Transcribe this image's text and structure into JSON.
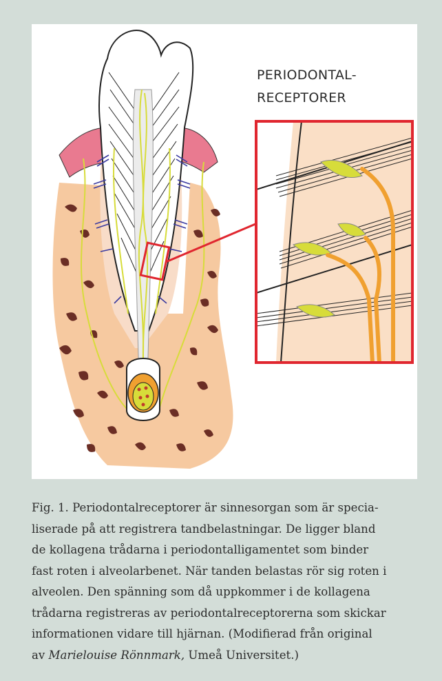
{
  "figure": {
    "label_line1": "PERIODONTAL-",
    "label_line2": "RECEPTORER"
  },
  "caption": {
    "lines": [
      "Fig. 1. Periodontalreceptorer är sinnesorgan som är specia-",
      "liserade på att registrera tandbelastningar. De ligger bland",
      "de kollagena trådarna i periodontalligamentet som binder",
      "fast roten i alveolarbenet. När tanden belastas rör sig roten i",
      "alveolen. Den spänning som då uppkommer i de kollagena",
      "trådarna registreras av periodontalreceptorerna som skickar",
      "informationen vidare till hjärnan. (Modifierad från original"
    ],
    "last_prefix": "av ",
    "author": "Marielouise Rönnmark,",
    "last_suffix": " Umeå Universitet.)"
  },
  "colors": {
    "background": "#d3ddd8",
    "bone": "#f6c9a0",
    "bone_pores": "#6b2e25",
    "gum": "#e97a90",
    "nerve": "#d7dc3a",
    "highlight_box": "#e0262f",
    "ligament_fibers": "#3a3aa0",
    "receptor_orange": "#f0a030"
  }
}
